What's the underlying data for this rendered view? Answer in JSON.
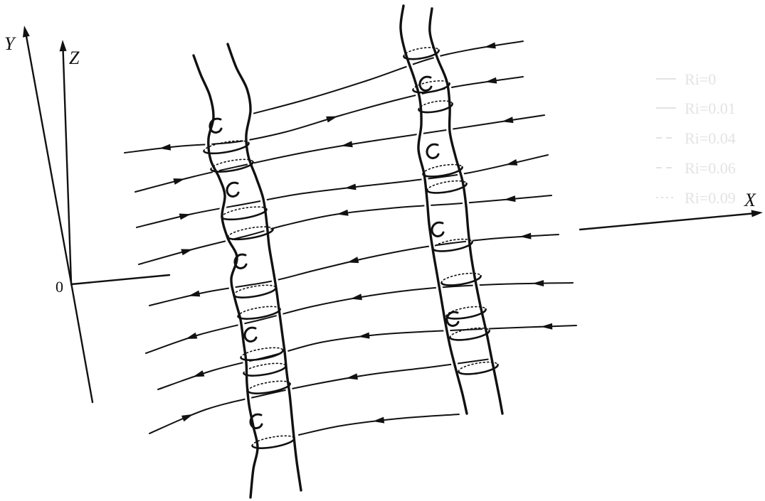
{
  "figure": {
    "axes": {
      "y_label": "Y",
      "z_label": "Z",
      "x_label": "X",
      "origin_label": "0"
    },
    "bleed_through_legend": [
      "Ri=0",
      "Ri=0.01",
      "Ri=0.04",
      "Ri=0.06",
      "Ri=0.09"
    ]
  },
  "colors": {
    "ink": "#111111",
    "background": "#ffffff",
    "bleed_through": "#e3e3e3"
  }
}
